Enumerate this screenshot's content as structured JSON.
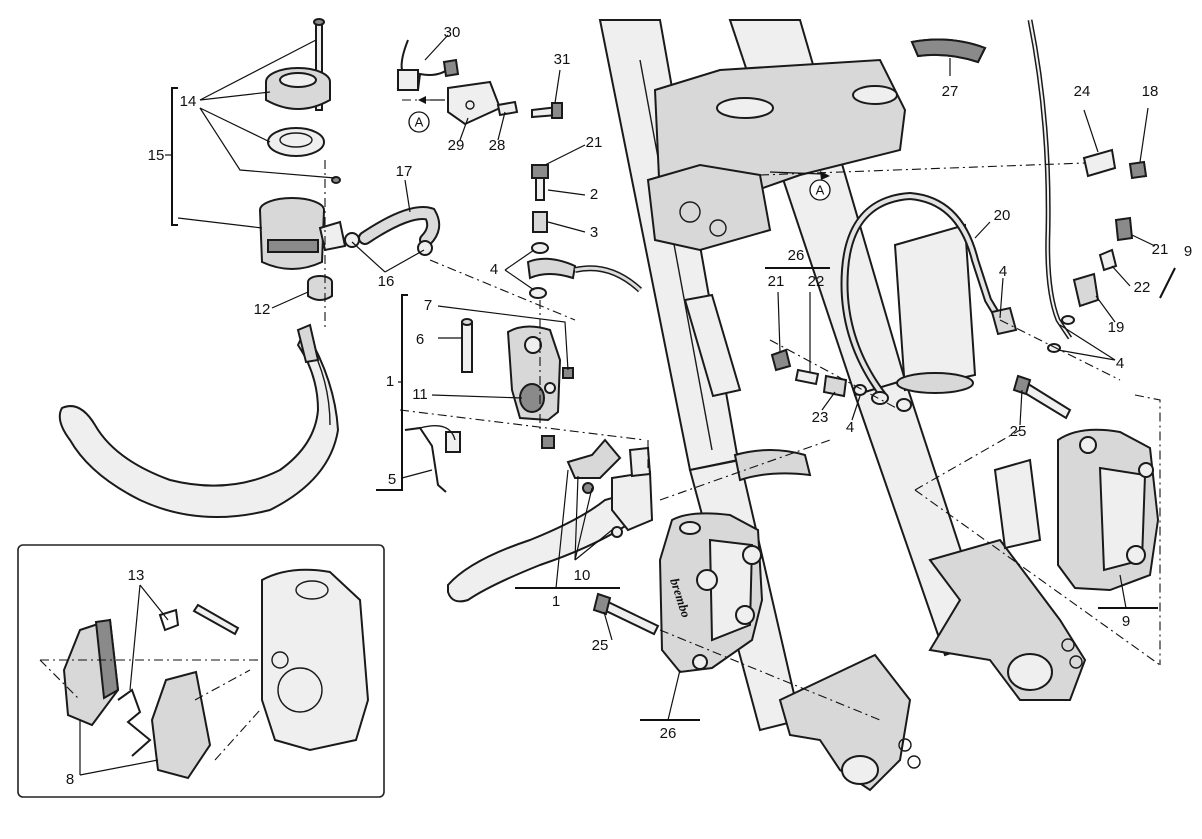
{
  "callouts": {
    "c1_bracket": "1",
    "c1_bottom": "1",
    "c2": "2",
    "c3": "3",
    "c4_a": "4",
    "c4_b": "4",
    "c4_c": "4",
    "c4_d": "4",
    "c5": "5",
    "c6": "6",
    "c7": "7",
    "c8": "8",
    "c9_right": "9",
    "c9_bottom": "9",
    "c10": "10",
    "c11": "11",
    "c12": "12",
    "c13": "13",
    "c14": "14",
    "c15": "15",
    "c16": "16",
    "c17": "17",
    "c18": "18",
    "c19": "19",
    "c20": "20",
    "c21_top": "21",
    "c21_mid": "21",
    "c21_right": "21",
    "c22_mid": "22",
    "c22_right": "22",
    "c23": "23",
    "c24": "24",
    "c25_left": "25",
    "c25_right": "25",
    "c26_top": "26",
    "c26_bottom": "26",
    "c27": "27",
    "c28": "28",
    "c29": "29",
    "c30": "30",
    "c31": "31"
  },
  "reference_markers": {
    "ref_a_left": "A",
    "ref_a_right": "A"
  },
  "caliper_brand": "brembo"
}
